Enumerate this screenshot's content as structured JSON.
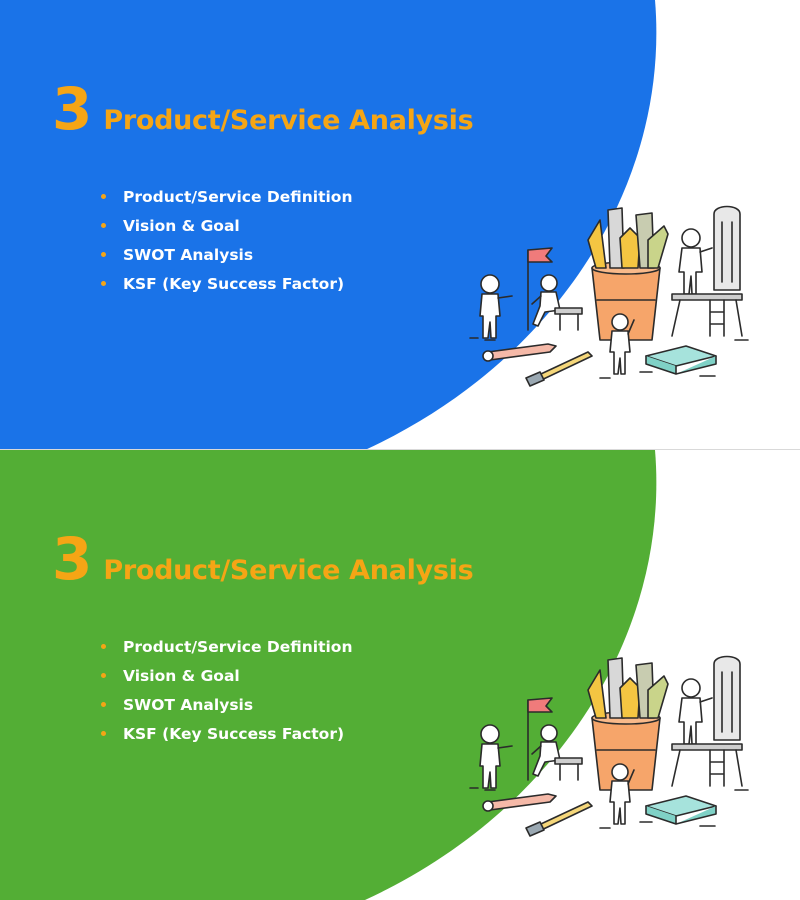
{
  "colors": {
    "accent": "#f5a515",
    "slide1_background": "#1a73e8",
    "slide2_background": "#53ae35",
    "white": "#ffffff"
  },
  "slides": [
    {
      "number": "3",
      "title": "Product/Service Analysis",
      "bullets": [
        "Product/Service Definition",
        "Vision & Goal",
        "SWOT Analysis",
        "KSF (Key Success Factor)"
      ],
      "illustration": "sketch-people-with-stationery-illustration"
    },
    {
      "number": "3",
      "title": "Product/Service Analysis",
      "bullets": [
        "Product/Service Definition",
        "Vision & Goal",
        "SWOT Analysis",
        "KSF (Key Success Factor)"
      ],
      "illustration": "sketch-people-with-stationery-illustration"
    }
  ]
}
